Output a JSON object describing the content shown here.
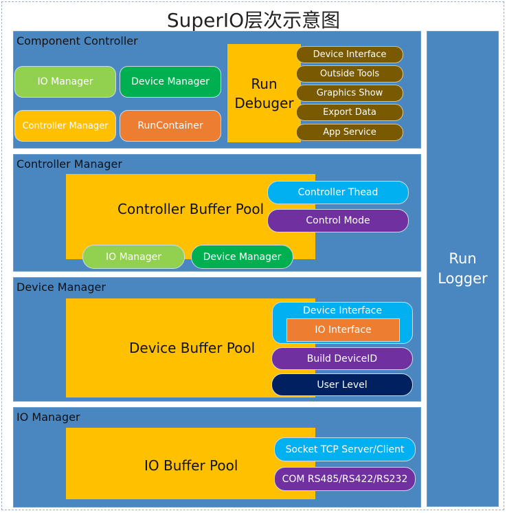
{
  "title": "SuperIO层次示意图",
  "component_controller": {
    "title": "Component Controller",
    "io_manager": "IO Manager",
    "device_manager": "Device Manager",
    "controller_manager": "Controller Manager",
    "run_container": "RunContainer",
    "run_debuger_line1": "Run",
    "run_debuger_line2": "Debuger",
    "debuger_items": [
      "Device Interface",
      "Outside Tools",
      "Graphics Show",
      "Export Data",
      "App Service"
    ]
  },
  "controller_manager": {
    "title": "Controller Manager",
    "pool": "Controller Buffer Pool",
    "controller_thead": "Controller Thead",
    "control_mode": "Control Mode",
    "io_manager": "IO Manager",
    "device_manager": "Device Manager"
  },
  "device_manager": {
    "title": "Device Manager",
    "pool": "Device Buffer Pool",
    "device_interface": "Device Interface",
    "io_interface": "IO Interface",
    "build_device_id": "Build DeviceID",
    "user_level": "User Level"
  },
  "io_manager": {
    "title": "IO Manager",
    "pool": "IO Buffer Pool",
    "socket": "Socket TCP Server/Client",
    "com": "COM RS485/RS422/RS232"
  },
  "run_logger_line1": "Run",
  "run_logger_line2": "Logger",
  "colors": {
    "panel": "#4a86c0",
    "pool": "#ffc000",
    "light_green": "#92d050",
    "dark_green": "#00b050",
    "orange": "#ed7d31",
    "cyan": "#00b0f0",
    "purple": "#7030a0",
    "navy": "#002060",
    "olive": "#7a5a00"
  }
}
